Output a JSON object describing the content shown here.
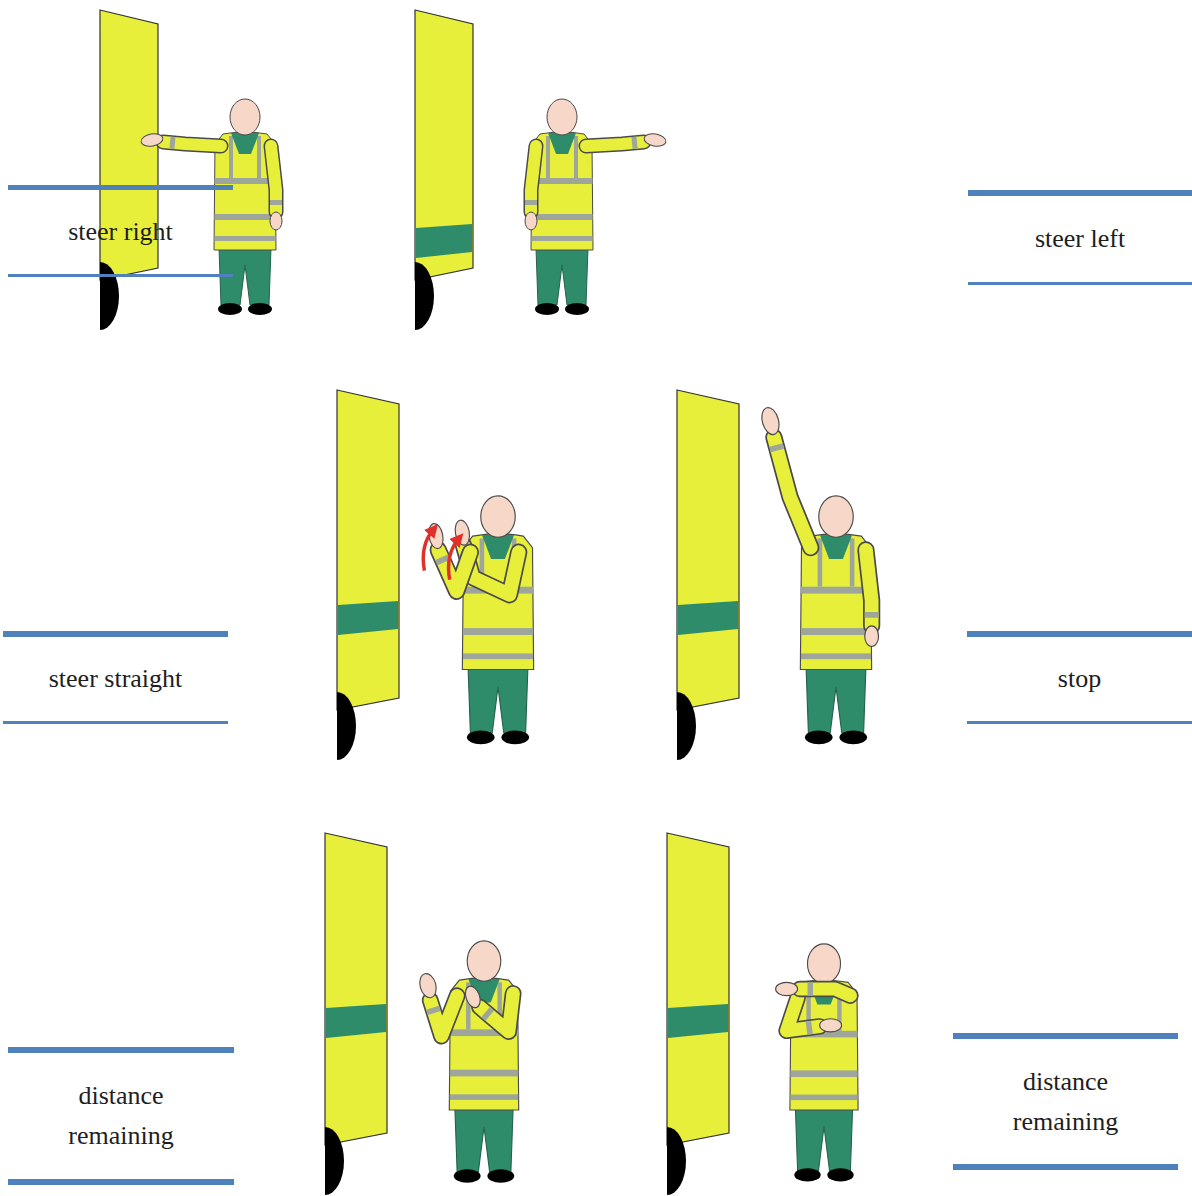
{
  "diagram": {
    "nodes": [
      {
        "text": [
          "steer right"
        ]
      },
      {
        "text": [
          "steer left"
        ]
      },
      {
        "text": [
          "steer straight"
        ]
      },
      {
        "text": [
          "stop"
        ]
      },
      {
        "text": [
          "distance remaining"
        ]
      },
      {
        "text": [
          "distance remaining"
        ]
      }
    ]
  }
}
